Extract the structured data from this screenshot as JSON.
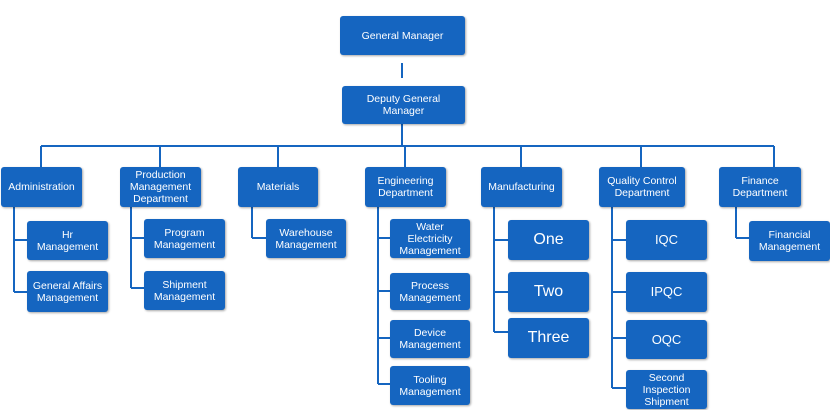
{
  "chart": {
    "top": "General Manager",
    "deputy": "Deputy General Manager",
    "departments": {
      "administration": {
        "label": "Administration",
        "children": [
          "Hr Management",
          "General Affairs Management"
        ]
      },
      "production": {
        "label": "Production Management Department",
        "children": [
          "Program Management",
          "Shipment Management"
        ]
      },
      "materials": {
        "label": "Materials",
        "children": [
          "Warehouse Management"
        ]
      },
      "engineering": {
        "label": "Engineering Department",
        "children": [
          "Water Electricity Management",
          "Process Management",
          "Device Management",
          "Tooling Management"
        ]
      },
      "manufacturing": {
        "label": "Manufacturing",
        "children": [
          "One",
          "Two",
          "Three"
        ]
      },
      "quality": {
        "label": "Quality Control Department",
        "children": [
          "IQC",
          "IPQC",
          "OQC",
          "Second Inspection Shipment"
        ]
      },
      "finance": {
        "label": "Finance Department",
        "children": [
          "Financial Management"
        ]
      }
    }
  }
}
